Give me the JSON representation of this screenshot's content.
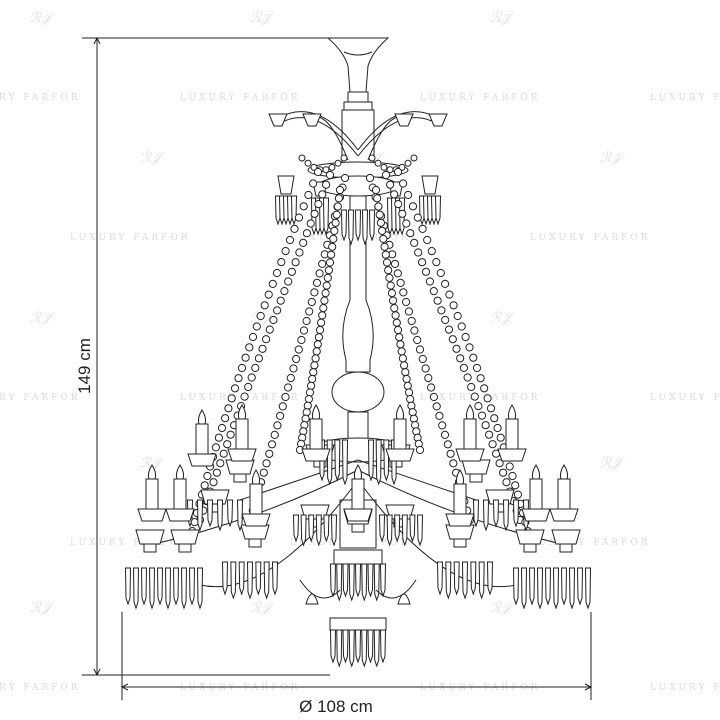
{
  "watermark": {
    "text": "LUXURY FARFOR",
    "logo": "ℛ𝒥"
  },
  "dimensions": {
    "height_label": "149 cm",
    "diameter_label": "Ø 108 cm"
  },
  "colors": {
    "line": "#222222",
    "watermark": "#dcdcdc",
    "background": "#ffffff"
  },
  "icons": [
    "chandelier-drawing"
  ]
}
